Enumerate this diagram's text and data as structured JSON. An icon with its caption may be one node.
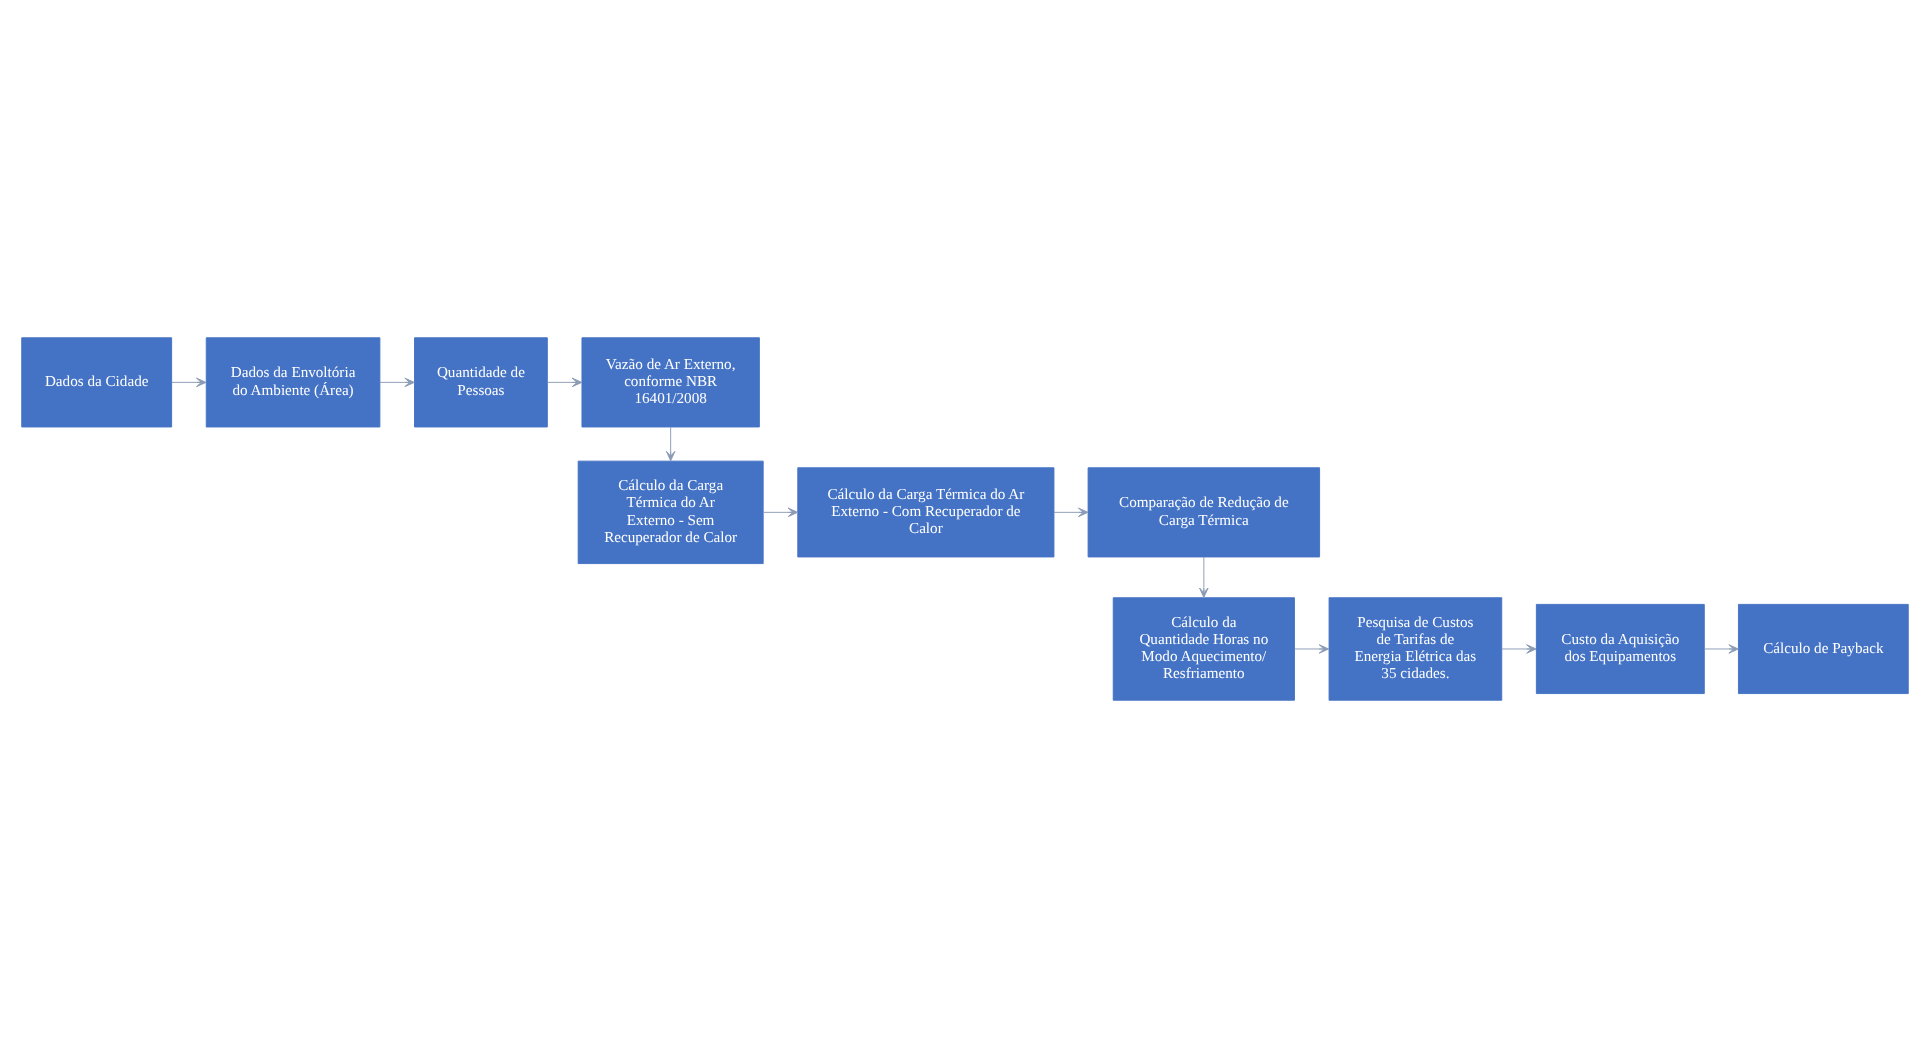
{
  "diagram": {
    "nodes": [
      {
        "text": [
          "Dados da Cidade"
        ]
      },
      {
        "text": [
          "Dados da Envoltória do Ambiente (Área)"
        ]
      },
      {
        "text": [
          "Quantidade de Pessoas"
        ]
      },
      {
        "text": [
          "Vazão de Ar Externo, conforme NBR 16401/2008"
        ]
      },
      {
        "text": [
          "Cálculo da Carga Térmica do Ar Externo - Sem Recuperador de Calor"
        ]
      },
      {
        "text": [
          "Cálculo da Carga Térmica do Ar Externo - Com Recuperador de Calor"
        ]
      },
      {
        "text": [
          "Comparação de Redução de Carga Térmica"
        ]
      },
      {
        "text": [
          "Cálculo da Quantidade Horas no Modo Aquecimento/ Resfriamento"
        ]
      },
      {
        "text": [
          "Pesquisa de Custos de Tarifas de Energia Elétrica das 35 cidades."
        ]
      },
      {
        "text": [
          "Custo da Aquisição dos Equipamentos"
        ]
      },
      {
        "text": [
          "Cálculo de Payback"
        ]
      }
    ],
    "edges": [
      {
        "from": 0,
        "to": 1,
        "arrow": "to"
      },
      {
        "from": 1,
        "to": 2,
        "arrow": "to"
      },
      {
        "from": 2,
        "to": 3,
        "arrow": "to"
      },
      {
        "from": 3,
        "to": 4,
        "arrow": "to"
      },
      {
        "from": 4,
        "to": 5,
        "arrow": "to"
      },
      {
        "from": 5,
        "to": 6,
        "arrow": "to"
      },
      {
        "from": 6,
        "to": 7,
        "arrow": "to"
      },
      {
        "from": 7,
        "to": 8,
        "arrow": "to"
      },
      {
        "from": 8,
        "to": 9,
        "arrow": "to"
      },
      {
        "from": 9,
        "to": 10,
        "arrow": "to"
      }
    ]
  }
}
